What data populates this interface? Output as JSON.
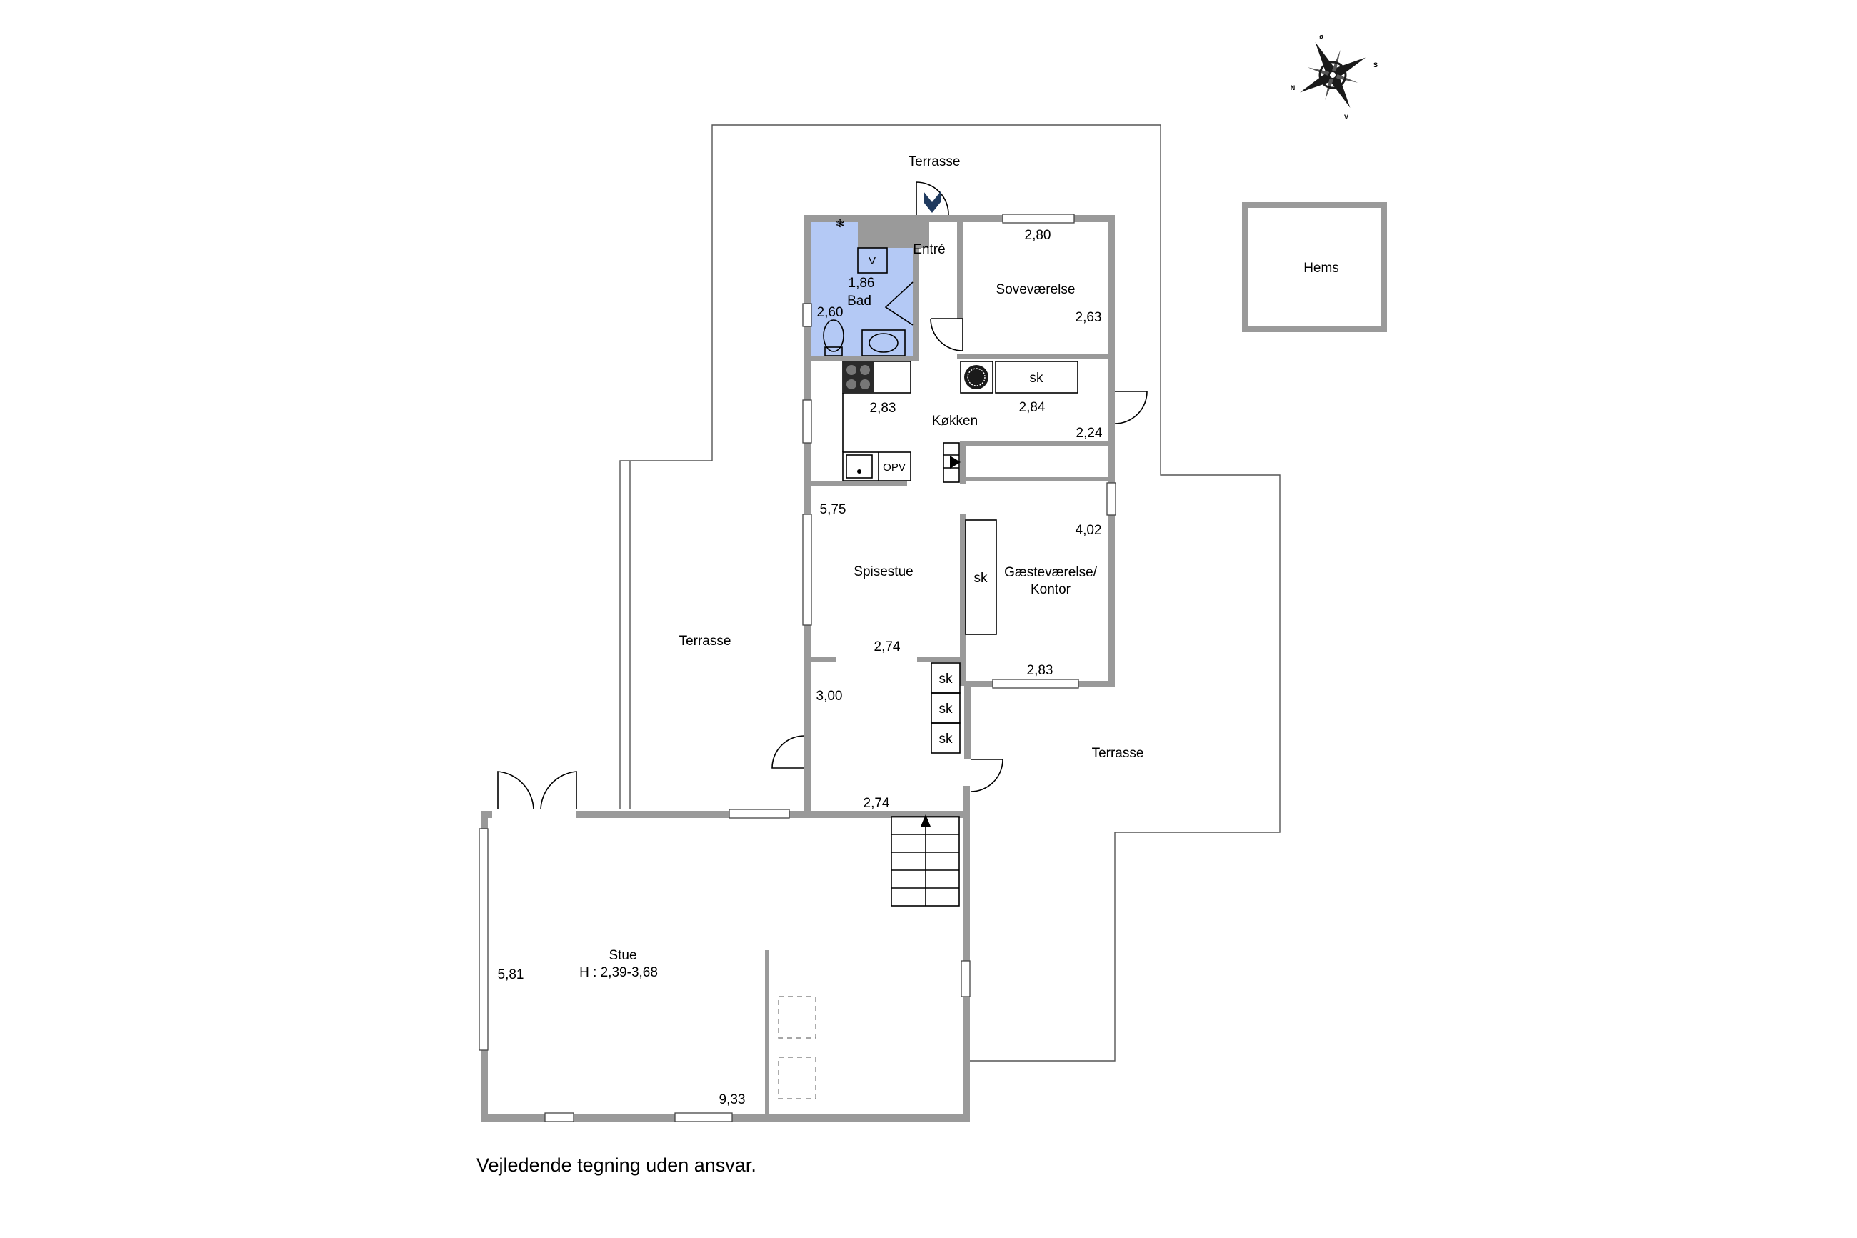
{
  "compass": {
    "north": "N",
    "south": "S",
    "east": "ø",
    "west": "V"
  },
  "rooms": {
    "terrasse_top": "Terrasse",
    "terrasse_left": "Terrasse",
    "terrasse_right": "Terrasse",
    "hems": "Hems",
    "entre": "Entré",
    "bad": "Bad",
    "sovevaerelse": "Soveværelse",
    "kokken": "Køkken",
    "spisestue": "Spisestue",
    "gaestevaerelse_line1": "Gæsteværelse/",
    "gaestevaerelse_line2": "Kontor",
    "stue": "Stue",
    "stue_height": "H : 2,39-3,68"
  },
  "fixtures": {
    "vaskemaskine": "V",
    "opvask": "OPV",
    "skab_sove": "sk",
    "skab_gaeste": "sk",
    "skab_1": "sk",
    "skab_2": "sk",
    "skab_3": "sk"
  },
  "dimensions": {
    "bad_width": "1,86",
    "bad_length": "2,60",
    "sove_width": "2,80",
    "sove_length": "2,63",
    "kokken_a": "2,83",
    "kokken_b": "2,84",
    "kokken_c": "2,24",
    "spisestue_length": "5,75",
    "spisestue_width": "2,74",
    "gaeste_length": "4,02",
    "gaeste_width": "2,83",
    "hall_length": "3,00",
    "hall_width": "2,74",
    "stue_length": "5,81",
    "stue_width": "9,33"
  },
  "disclaimer": "Vejledende tegning uden ansvar.",
  "colors": {
    "bathroom": "#b4c9f5",
    "wall": "#9a9a9a",
    "compass": "#1a1a1a"
  }
}
